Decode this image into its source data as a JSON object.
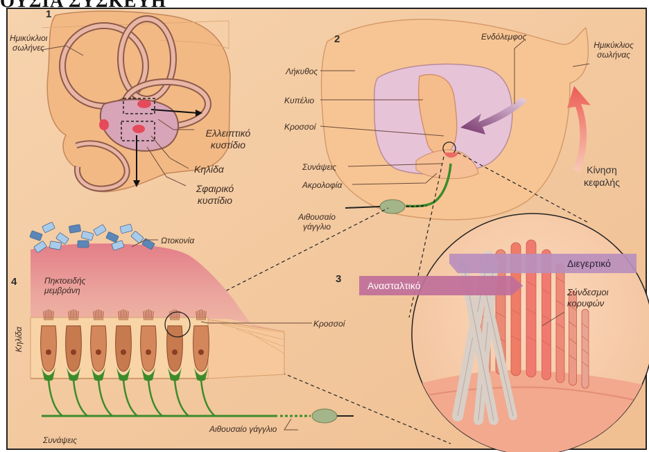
{
  "page": {
    "title": "ΟΥΣΙΑ ΣΥΣΚΕΥΗ"
  },
  "panel1": {
    "number": "1",
    "semicircular_canals": [
      "Ημικύκλιοι",
      "σωλήνες"
    ],
    "utricle": [
      "Ελλειπτικό",
      "κυστίδιο"
    ],
    "macula": "Κηλίδα",
    "saccule": [
      "Σφαιρικό",
      "κυστίδιο"
    ]
  },
  "panel2": {
    "number": "2",
    "endolymph": "Ενδόλεμφος",
    "semicircular_canal": [
      "Ημικύκλιος",
      "σωλήνας"
    ],
    "ampulla": "Λήκυθος",
    "cupula": "Κυπέλιο",
    "hair_cells": "Κροσσοί",
    "synapses": "Συνάψεις",
    "crista": "Ακρολοφία",
    "vestibular_ganglion": [
      "Αιθουσαίο",
      "γάγγλιο"
    ],
    "head_movement": [
      "Κίνηση",
      "κεφαλής"
    ]
  },
  "panel3": {
    "number": "3",
    "excitatory": "Διεγερτικό",
    "inhibitory": "Ανασταλτικό",
    "tip_links": [
      "Σύνδεσμοι",
      "κορυφών"
    ]
  },
  "panel4": {
    "number": "4",
    "otoconia": "Ωτοκονία",
    "gelatinous_membrane": [
      "Πηκτοειδής",
      "μεμβράνη"
    ],
    "macula_vertical": "Κηλίδα",
    "hair_cells": "Κροσσοί",
    "synapses": "Συνάψεις",
    "vestibular_ganglion": "Αιθουσαίο γάγγλιο"
  },
  "colors": {
    "skin": "#f3c89a",
    "peach": "#f5b98a",
    "tissue_pink": "#eda2a0",
    "membrane_pink": "#e6a39c",
    "crystal_blue": "#9dc3e6",
    "nerve_green": "#3c8b2b",
    "arrow_red": "#f07a6f",
    "arrow_purple": "#7d3c6e",
    "band_lilac": "#b98fbd",
    "band_mauve": "#c06f9a",
    "outline": "#4a3a30"
  }
}
